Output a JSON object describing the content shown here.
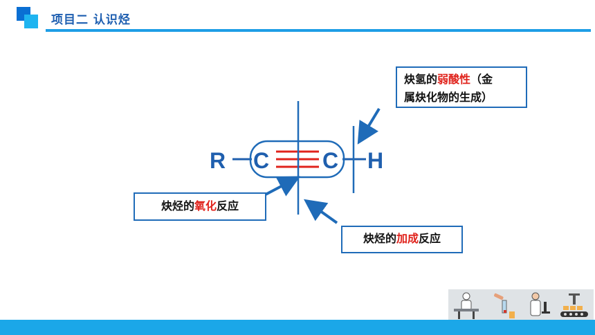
{
  "header": {
    "title": "项目二  认识烃"
  },
  "diagram": {
    "atoms": {
      "r": "R",
      "c1": "C",
      "c2": "C",
      "h": "H"
    },
    "box_acid": {
      "line1_prefix": "炔氢的",
      "line1_highlight": "弱酸性",
      "line1_suffix": "（金",
      "line2": "属炔化物的生成）"
    },
    "box_oxidation": {
      "prefix": "炔烃的",
      "highlight": "氧化",
      "suffix": "反应"
    },
    "box_addition": {
      "prefix": "炔烃的",
      "highlight": "加成",
      "suffix": "反应"
    }
  },
  "footer": {
    "icons": [
      "chef-icon",
      "lab-hands-icon",
      "scientist-microscope-icon",
      "robot-conveyor-icon"
    ]
  },
  "colors": {
    "accent_blue": "#1e9ee6",
    "dark_blue": "#1f6bb8",
    "highlight_red": "#e0231c",
    "bond_red": "#e0231c"
  }
}
